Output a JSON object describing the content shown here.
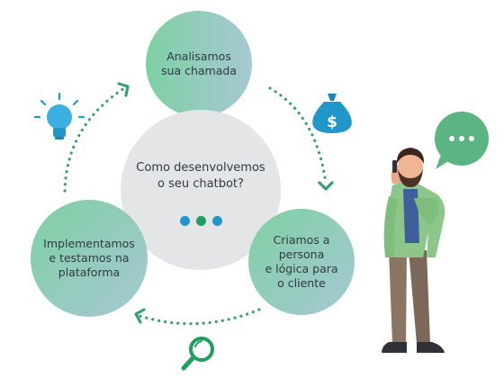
{
  "center": {
    "question": "Como desenvolvemos\no seu chatbot?",
    "dot_colors": [
      "#2196c9",
      "#1f9e5c",
      "#2196c9"
    ]
  },
  "steps": {
    "top": "Analisamos\nsua chamada",
    "right": "Criamos a\npersona\ne lógica para\no cliente",
    "left": "Implementamos\ne testamos na\nplataforma"
  },
  "colors": {
    "step_gradient_start": "#7ed0a4",
    "step_gradient_end": "#a6c8d2",
    "center_circle": "#e3e5e6",
    "arrow": "#3aa071",
    "icon_blue": "#2196c9",
    "icon_green": "#1f9e5c",
    "chat_bubble": "#5bb582",
    "shirt": "#8dc68a"
  },
  "icons": [
    "lightbulb-icon",
    "money-bag-icon",
    "magnifier-icon",
    "chat-bubble-icon",
    "person-on-phone-illustration"
  ]
}
